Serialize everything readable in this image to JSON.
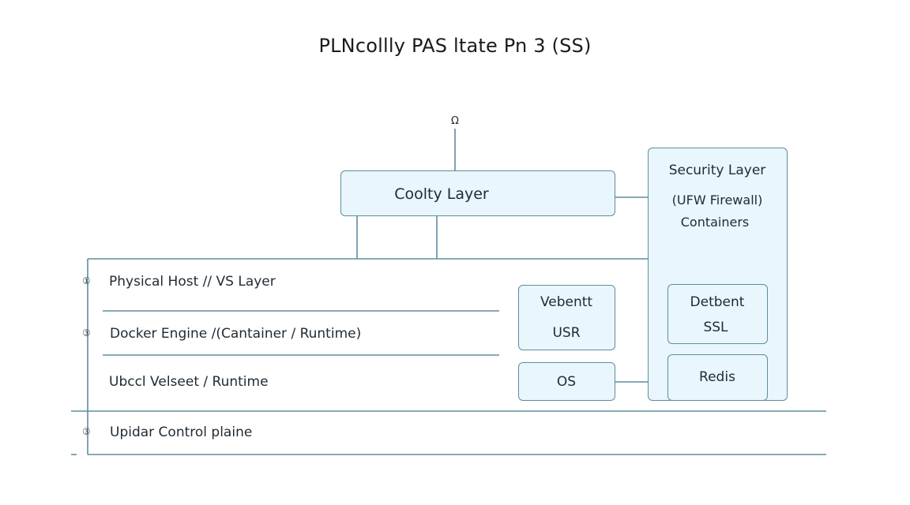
{
  "title": "PLNcollly PAS ltate Pn 3 (SS)",
  "top_node": "Ω",
  "coolty_layer": "Coolty Layer",
  "security_layer": {
    "title": "Security Layer",
    "line1": "(UFW Firewall)",
    "line2": "Containers"
  },
  "layers": [
    {
      "marker": "①",
      "label": "Physical Host // VS Layer"
    },
    {
      "marker": "③",
      "label": "Docker Engine /(Cantainer / Runtime)"
    },
    {
      "marker": "",
      "label": "Ubccl Velseet / Runtime"
    },
    {
      "marker": "③",
      "label": "Upidar Control plaine"
    }
  ],
  "vebentt_box": {
    "line1": "Vebentt",
    "line2": "USR"
  },
  "os_box": "OS",
  "detbent_box": {
    "line1": "Detbent",
    "line2": "SSL"
  },
  "redis_box": "Redis",
  "colors": {
    "line": "#5e8e9e",
    "box_fill": "#e9f6fb",
    "text": "#1f2a33"
  }
}
